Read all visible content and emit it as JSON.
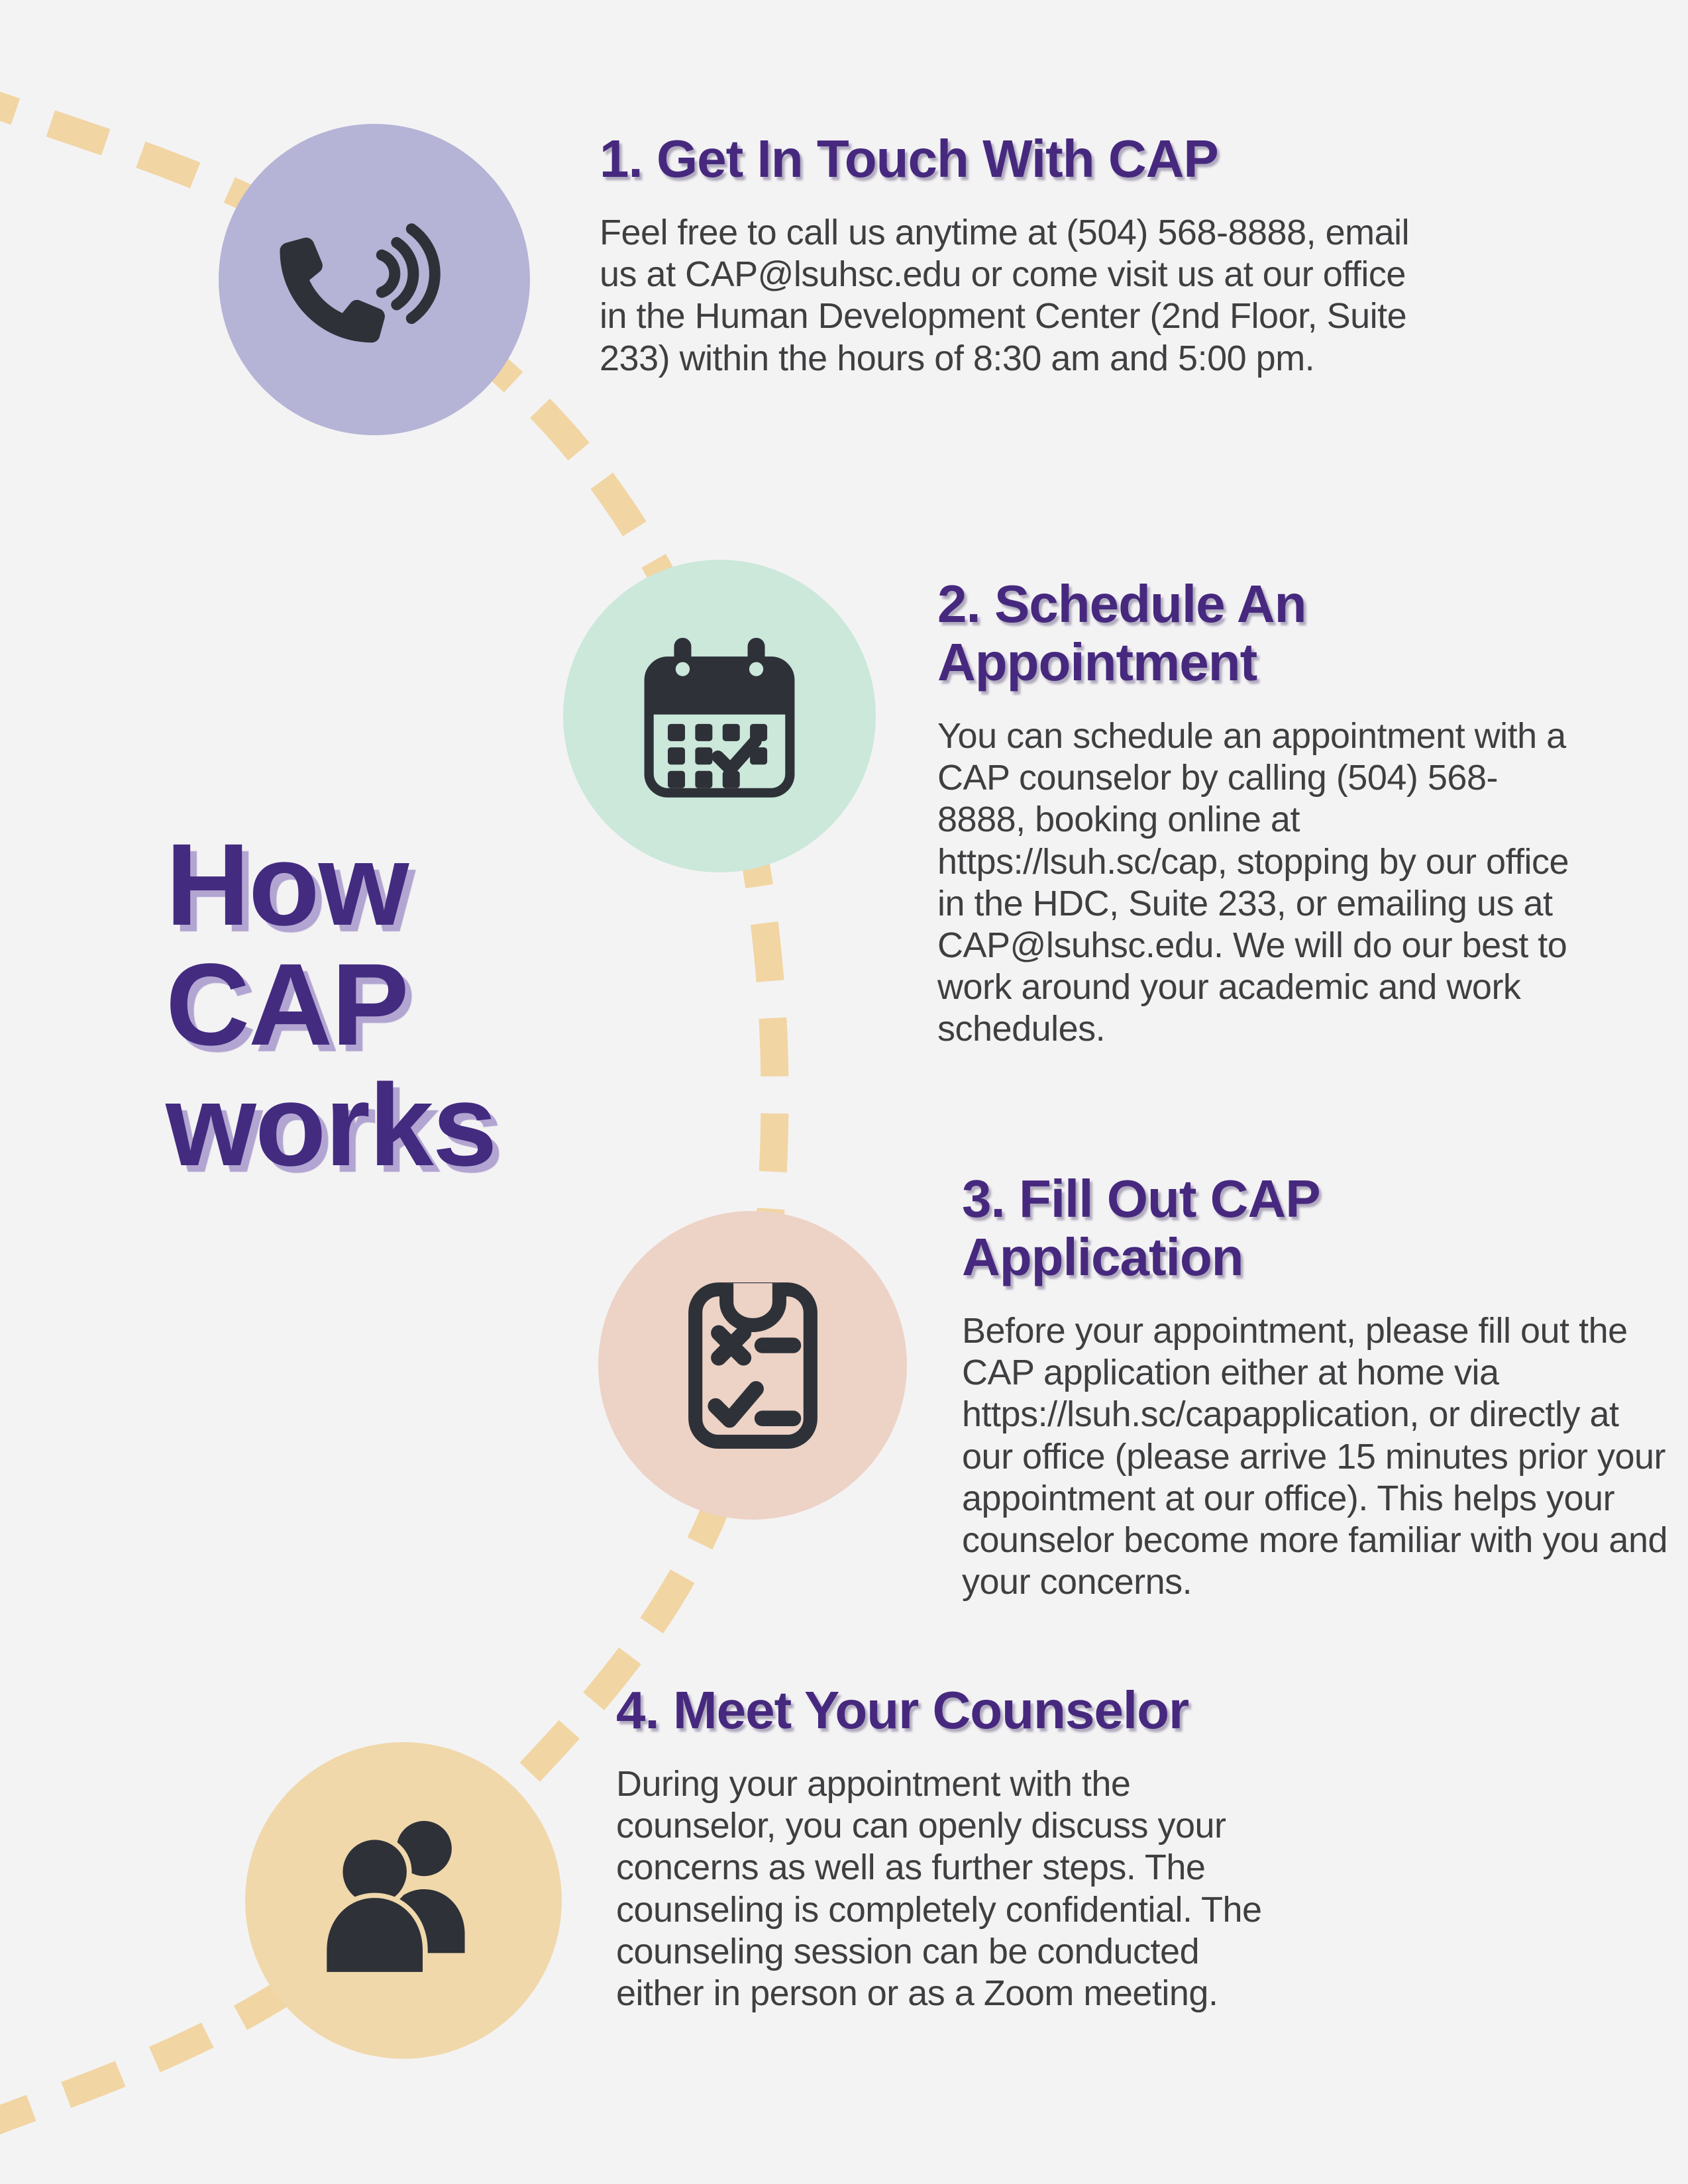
{
  "page": {
    "background": "#f4f3f4"
  },
  "title": {
    "lines": [
      "How",
      "CAP",
      "works"
    ],
    "color": "#432b80",
    "shadow_color": "#b2a5d1"
  },
  "connector": {
    "color": "#f1d5a3"
  },
  "colors": {
    "heading_purple": "#46297e",
    "body_gray": "#3f3f41",
    "icon_ink": "#2e3138"
  },
  "steps": [
    {
      "heading": "1. Get In Touch With CAP",
      "body": "Feel free to call us anytime at (504) 568-8888, email us at CAP@lsuhsc.edu or come visit us at our office in the Human Development Center (2nd Floor, Suite 233) within the hours of 8:30 am and 5:00 pm.",
      "icon": "phone-icon",
      "circle_color": "#b5b3d6"
    },
    {
      "heading": "2. Schedule An Appointment",
      "body": "You can schedule an appointment with a CAP counselor by calling (504) 568-8888, booking online at https://lsuh.sc/cap, stopping by our office in the HDC, Suite 233, or emailing us at CAP@lsuhsc.edu. We will do our best to work around your academic and work schedules.",
      "icon": "calendar-icon",
      "circle_color": "#cbe8da"
    },
    {
      "heading": "3. Fill Out CAP Application",
      "body": "Before your appointment, please fill out the CAP application either at home via https://lsuh.sc/capapplication, or directly at our office (please arrive 15 minutes prior your appointment at our office). This helps your counselor become more familiar with you and your concerns.",
      "icon": "clipboard-checklist-icon",
      "circle_color": "#edd2c6"
    },
    {
      "heading": "4. Meet Your Counselor",
      "body": "During your appointment with the counselor, you can openly discuss your concerns as well as further steps. The counseling is completely confidential. The counseling session can be conducted either in person or as a Zoom meeting.",
      "icon": "people-icon",
      "circle_color": "#f0d8ab"
    }
  ]
}
